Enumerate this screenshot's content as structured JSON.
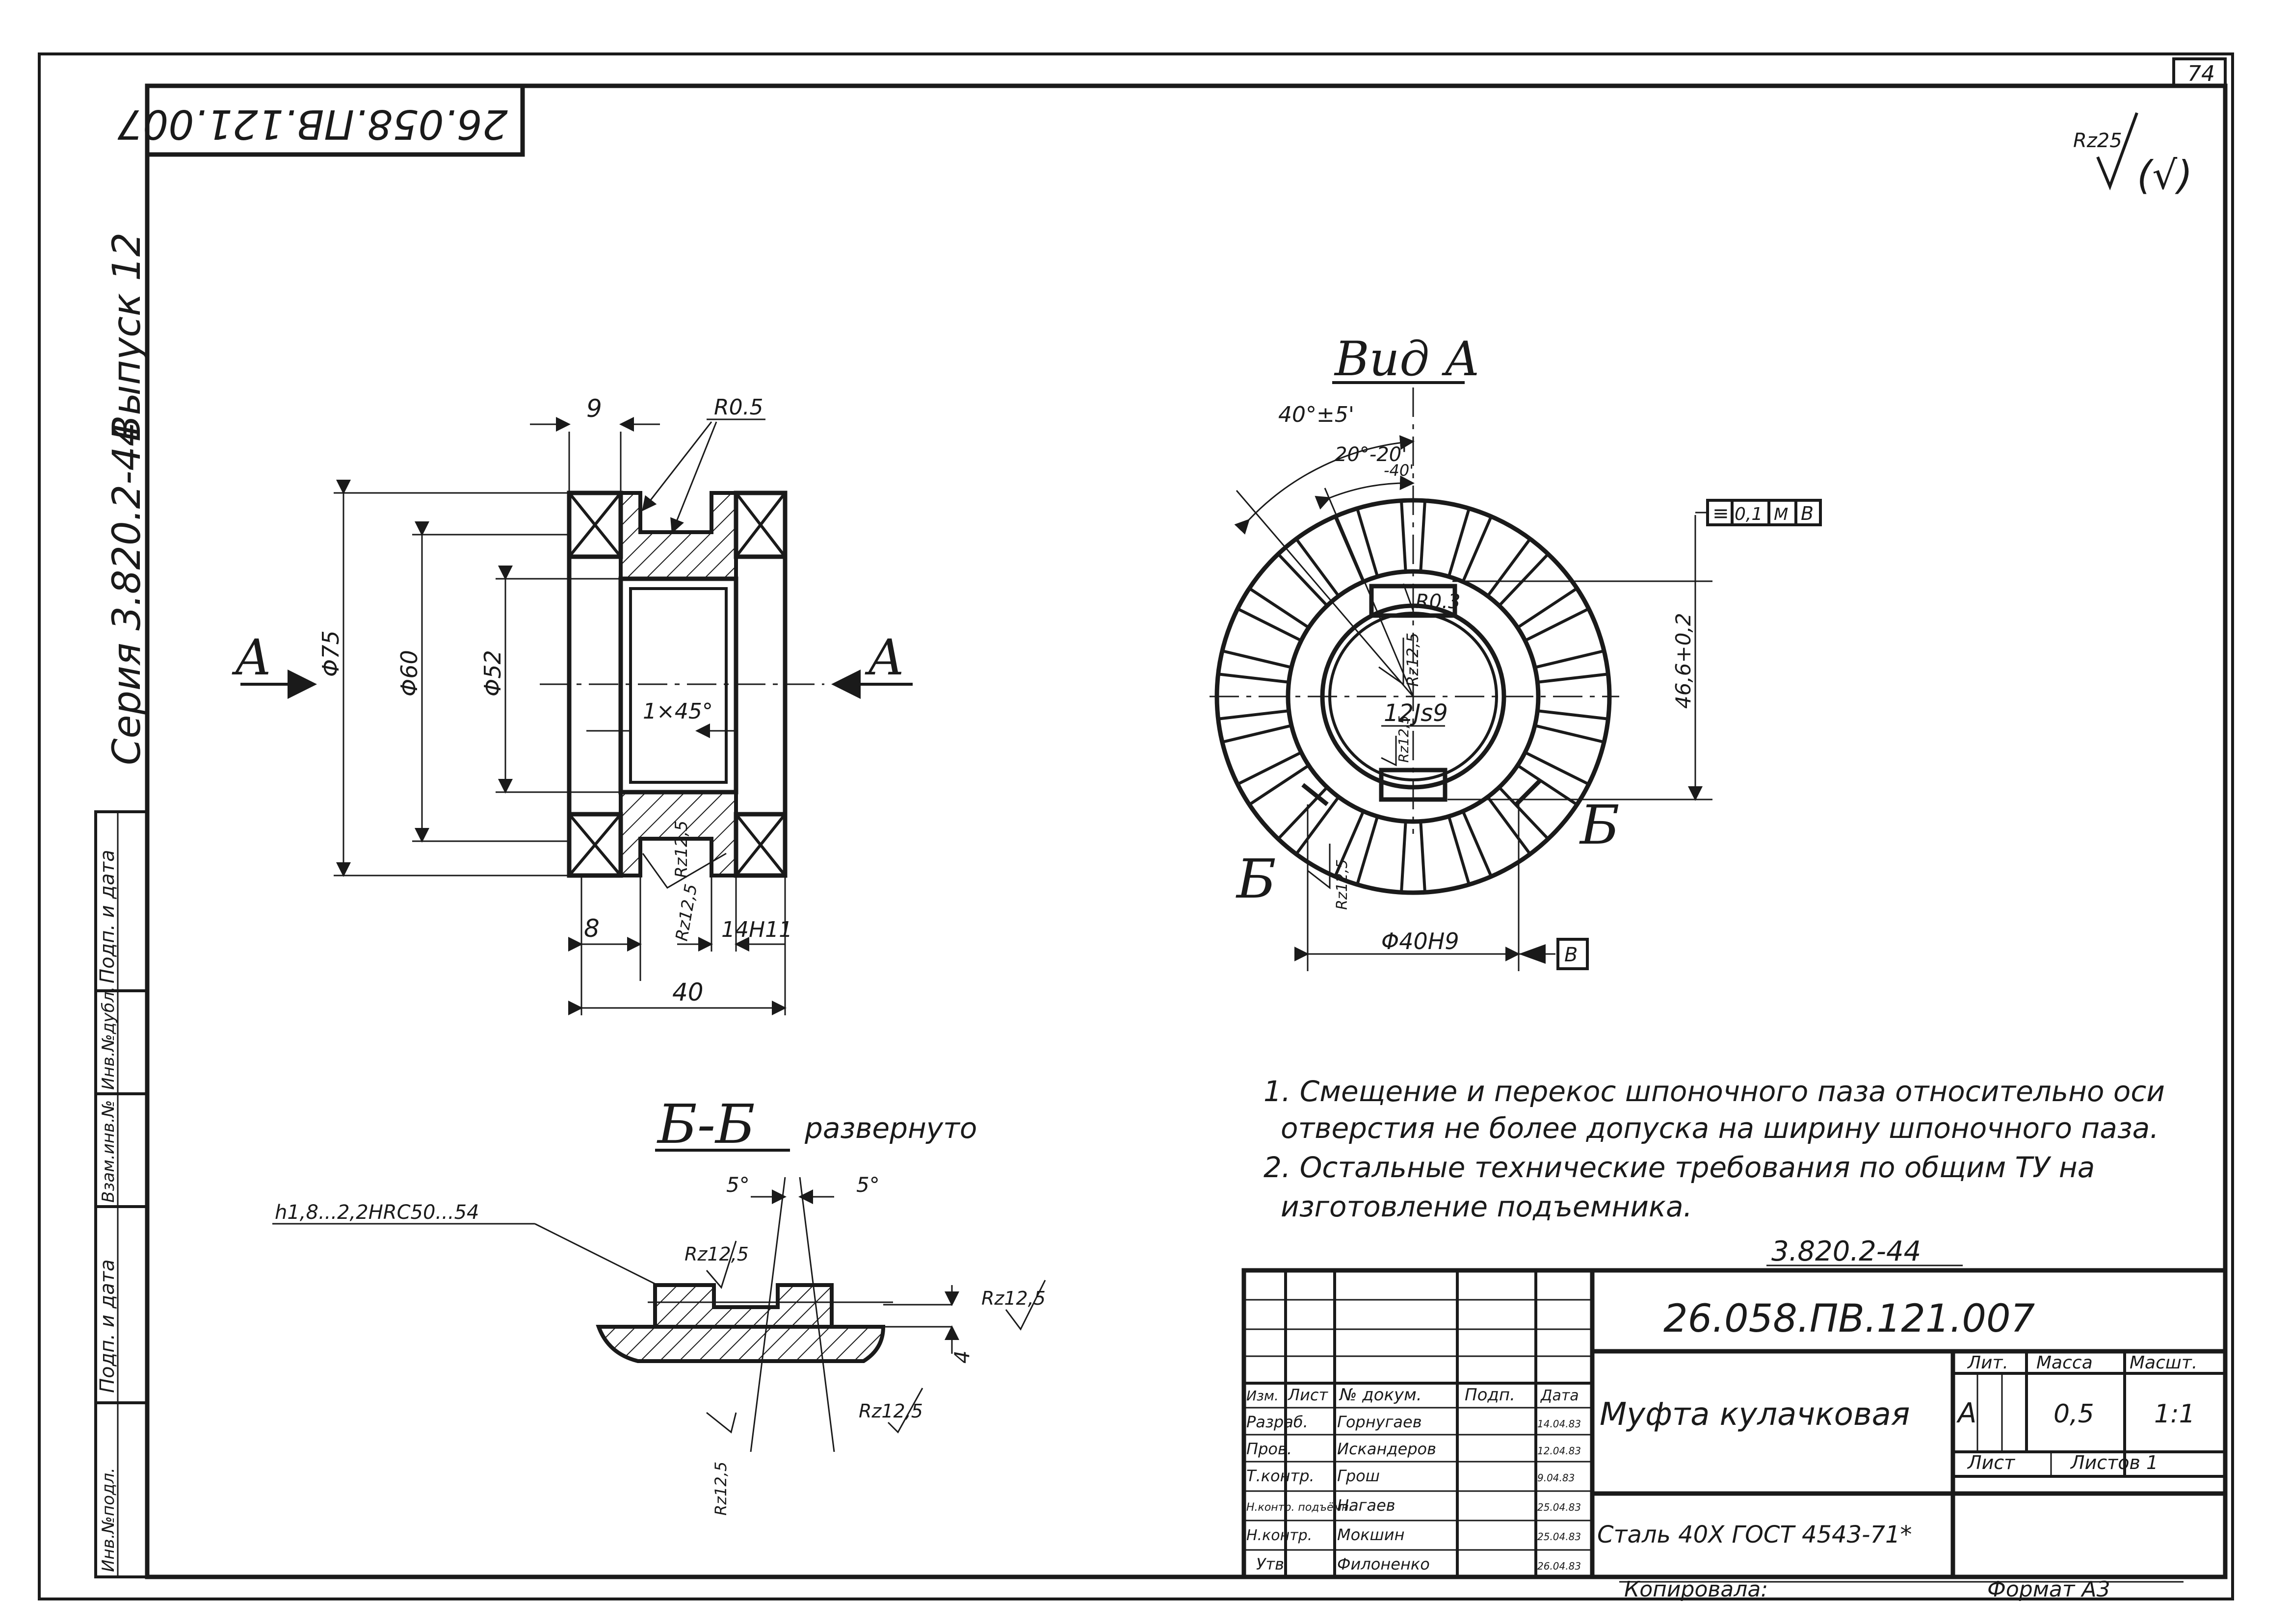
{
  "sheet": {
    "page_number": "74",
    "stamp_code": "26.058.ПВ.121.007",
    "surface_symbol": "Rz25",
    "surface_symbol_suffix": "(√)",
    "series_label": "Серия 3.820.2-44",
    "issue_label": "Выпуск 12"
  },
  "side_strip": {
    "cells": [
      "Подп. и дата",
      "Инв.№дубл.",
      "Взам.инв.№",
      "Подп. и дата",
      "Инв.№подл."
    ]
  },
  "front_view": {
    "section_mark_left": "A",
    "section_mark_right": "A",
    "dim_top": "9",
    "radius_note": "R0.5",
    "dia_outer": "Φ75",
    "dia_mid": "Φ60",
    "dia_inner": "Φ52",
    "chamfer": "1×45°",
    "roughness_slot": "Rz12,5",
    "roughness_slot2": "Rz12,5",
    "dim_8": "8",
    "dim_14": "14H11",
    "dim_40": "40"
  },
  "view_a": {
    "title": "Вид А",
    "angle_40": "40°±5'",
    "angle_20": "20°-20'",
    "angle_20_lower": "-40'",
    "radius": "R0.3",
    "roughness_key": "Rz12,5",
    "keyway_width": "12Js9",
    "roughness_key_bottom": "Rz12,5",
    "tolerance_frame": [
      "≡",
      "0,1",
      "М",
      "В"
    ],
    "dim_46": "46,6+0,2",
    "section_b_left": "Б",
    "section_b_right": "Б",
    "roughness_bottom": "Rz12,5",
    "bore": "Φ40H9",
    "datum": "В"
  },
  "section_bb": {
    "title": "Б-Б",
    "subtitle": "развернуто",
    "hardness_note": "h1,8...2,2HRC50...54",
    "angle_left": "5°",
    "angle_right": "5°",
    "roughness_top": "Rz12,5",
    "roughness_right": "Rz12,5",
    "roughness_lower": "Rz12,5",
    "roughness_vertical": "Rz12,5",
    "depth": "4"
  },
  "notes": [
    "1. Смещение и перекос шпоночного паза относительно оси",
    "отверстия не более допуска на ширину шпоночного паза.",
    "2. Остальные технические требования по общим ТУ на",
    "изготовление подъемника."
  ],
  "title_block": {
    "series_above": "3.820.2-44",
    "designation": "26.058.ПВ.121.007",
    "name": "Муфта кулачковая",
    "material": "Сталь 40Х ГОСТ 4543-71*",
    "col_headers": [
      "Изм.",
      "Лист",
      "№ докум.",
      "Подп.",
      "Дата"
    ],
    "rows": [
      {
        "role": "Разраб.",
        "name": "Горнугаев",
        "date": "14.04.83"
      },
      {
        "role": "Пров.",
        "name": "Искандеров",
        "date": "12.04.83"
      },
      {
        "role": "Т.контр.",
        "name": "Грош",
        "date": "9.04.83"
      },
      {
        "role": "Н.контр. подъёмн.",
        "name": "Нагаев",
        "date": "25.04.83"
      },
      {
        "role": "Н.контр.",
        "name": "Мокшин",
        "date": "25.04.83"
      },
      {
        "role": "Утв.",
        "name": "Филоненко",
        "date": "26.04.83"
      }
    ],
    "lit_label": "Лит.",
    "mass_label": "Масса",
    "scale_label": "Масшт.",
    "lit_value": "А",
    "mass_value": "0,5",
    "scale_value": "1:1",
    "sheet_label": "Лист",
    "sheets_label": "Листов 1",
    "copied_label": "Копировала:",
    "format_label": "Формат А3"
  }
}
